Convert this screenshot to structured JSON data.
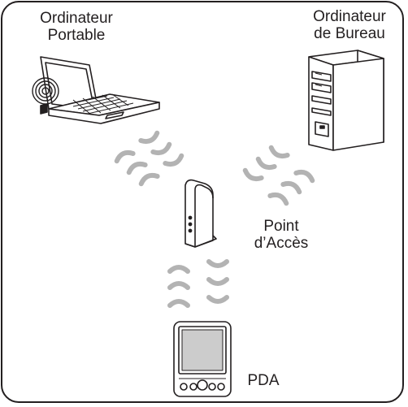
{
  "devices": {
    "laptop": {
      "label_line1": "Ordinateur",
      "label_line2": "Portable"
    },
    "desktop": {
      "label_line1": "Ordinateur",
      "label_line2": "de Bureau"
    },
    "access_point": {
      "label_line1": "Point",
      "label_line2": "d’Accès"
    },
    "pda": {
      "label": "PDA"
    }
  },
  "colors": {
    "ink": "#231f20",
    "wave": "#b3b3b3",
    "device_fill": "#ffffff",
    "screen": "#cccccc"
  }
}
